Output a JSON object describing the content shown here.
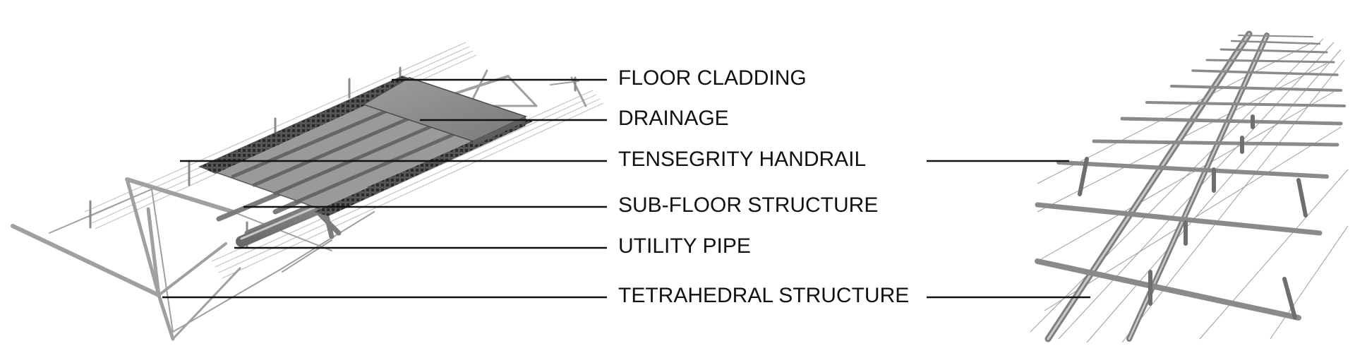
{
  "labels": [
    {
      "id": "floor-cladding",
      "text": "FLOOR CLADDING"
    },
    {
      "id": "drainage",
      "text": "DRAINAGE"
    },
    {
      "id": "tensegrity-handrail",
      "text": "TENSEGRITY HANDRAIL"
    },
    {
      "id": "sub-floor-structure",
      "text": "SUB-FLOOR STRUCTURE"
    },
    {
      "id": "utility-pipe",
      "text": "UTILITY PIPE"
    },
    {
      "id": "tetrahedral-structure",
      "text": "TETRAHEDRAL STRUCTURE"
    }
  ],
  "colors": {
    "text": "#111111",
    "steel": "#9a9a9a",
    "steel_dark": "#6e6e6e",
    "cable": "#b5b5b5",
    "deck": "#8c8c8c",
    "grate": "#3c3c3c"
  }
}
